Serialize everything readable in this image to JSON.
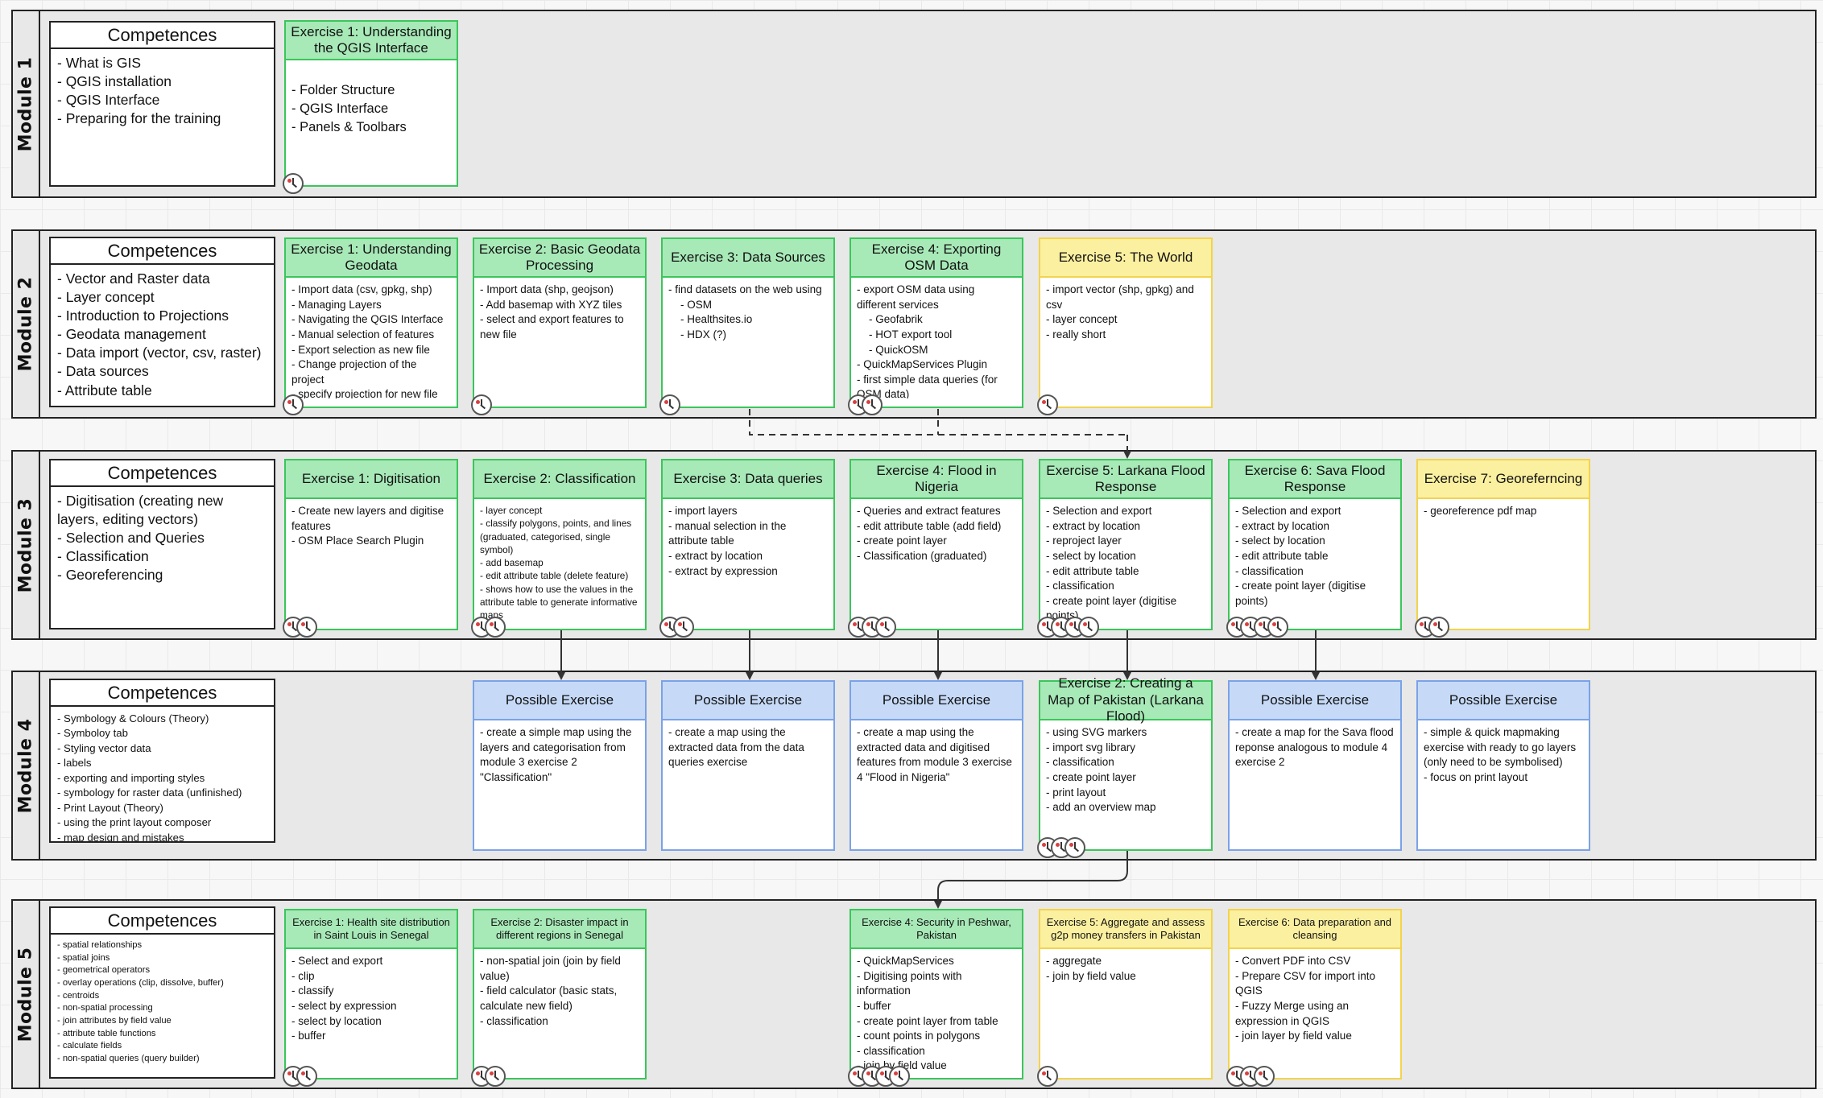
{
  "modules": [
    {
      "label": "Module 1",
      "competences": {
        "title": "Competences",
        "items": [
          "- What is GIS",
          "- QGIS installation",
          "- QGIS Interface",
          "- Preparing for the training"
        ]
      },
      "exercises": [
        {
          "color": "green",
          "title": "Exercise 1: Understanding the QGIS Interface",
          "items": [
            "- Folder Structure",
            "- QGIS Interface",
            "- Panels & Toolbars"
          ],
          "clocks": 1
        }
      ]
    },
    {
      "label": "Module 2",
      "competences": {
        "title": "Competences",
        "items": [
          "- Vector and Raster data",
          "- Layer concept",
          "- Introduction to Projections",
          "- Geodata management",
          "- Data import (vector, csv, raster)",
          "- Data sources",
          "- Attribute table"
        ]
      },
      "exercises": [
        {
          "color": "green",
          "title": "Exercise 1: Understanding Geodata",
          "items": [
            "- Import data (csv, gpkg, shp)",
            "- Managing Layers",
            "- Navigating the QGIS Interface",
            "- Manual selection of features",
            "- Export selection as new file",
            "- Change projection of the project",
            "- specify projection for new file"
          ],
          "clocks": 1
        },
        {
          "color": "green",
          "title": "Exercise 2: Basic Geodata Processing",
          "items": [
            "- Import data (shp, geojson)",
            "- Add basemap with XYZ tiles",
            "- select and export features to new file"
          ],
          "clocks": 1
        },
        {
          "color": "green",
          "title": "Exercise 3: Data Sources",
          "items": [
            "- find datasets on the web using",
            "    - OSM",
            "    - Healthsites.io",
            "    - HDX (?)"
          ],
          "clocks": 1
        },
        {
          "color": "green",
          "title": "Exercise 4: Exporting OSM Data",
          "items": [
            "- export OSM data using different services",
            "    - Geofabrik",
            "    - HOT export tool",
            "    - QuickOSM",
            "- QuickMapServices Plugin",
            "- first simple data queries (for OSM data)"
          ],
          "clocks": 2
        },
        {
          "color": "yellow",
          "title": "Exercise 5: The World",
          "items": [
            "- import vector (shp, gpkg) and csv",
            "- layer concept",
            "- really short"
          ],
          "clocks": 1
        }
      ]
    },
    {
      "label": "Module 3",
      "competences": {
        "title": "Competences",
        "items": [
          "- Digitisation (creating new layers, editing vectors)",
          "- Selection and Queries",
          "- Classification",
          "- Georeferencing"
        ]
      },
      "exercises": [
        {
          "color": "green",
          "title": "Exercise 1: Digitisation",
          "items": [
            "- Create new layers and digitise features",
            "- OSM Place Search Plugin"
          ],
          "clocks": 2
        },
        {
          "color": "green",
          "title": "Exercise 2: Classification",
          "items": [
            "- layer concept",
            "- classify polygons, points, and lines (graduated, categorised, single symbol)",
            "- add basemap",
            "- edit attribute table (delete feature)",
            "- shows how to use the values in the attribute table to generate informative maps"
          ],
          "clocks": 2
        },
        {
          "color": "green",
          "title": "Exercise 3: Data queries",
          "items": [
            "- import layers",
            "- manual selection in the attribute table",
            "- extract by location",
            "- extract by expression"
          ],
          "clocks": 2
        },
        {
          "color": "green",
          "title": "Exercise 4: Flood in Nigeria",
          "items": [
            "- Queries and extract features",
            "- edit attribute table (add field)",
            "- create point layer",
            "- Classification (graduated)"
          ],
          "clocks": 3
        },
        {
          "color": "green",
          "title": "Exercise 5: Larkana Flood Response",
          "items": [
            "- Selection and export",
            "- extract by location",
            "- reproject layer",
            "- select by location",
            "- edit attribute table",
            "- classification",
            "- create point layer (digitise points)"
          ],
          "clocks": 4
        },
        {
          "color": "green",
          "title": "Exercise 6: Sava Flood Response",
          "items": [
            "- Selection and export",
            "- extract by location",
            "- select by location",
            "- edit attribute table",
            "- classification",
            "- create point layer (digitise points)"
          ],
          "clocks": 4
        },
        {
          "color": "yellow",
          "title": "Exercise 7: Georeferncing",
          "items": [
            "- georeference pdf map"
          ],
          "clocks": 2
        }
      ]
    },
    {
      "label": "Module 4",
      "competences": {
        "title": "Competences",
        "items": [
          "- Symbology & Colours (Theory)",
          "- Symboloy tab",
          "- Styling vector data",
          "- labels",
          "- exporting and importing styles",
          "- symbology for raster data (unfinished)",
          "- Print Layout (Theory)",
          "- using the print layout composer",
          "- map design and mistakes"
        ]
      },
      "exercises": [
        {
          "color": "blue",
          "title": "Possible Exercise",
          "items": [
            "- create a simple map using the layers and categorisation from module 3 exercise 2 \"Classification\""
          ],
          "clocks": 0
        },
        {
          "color": "blue",
          "title": "Possible Exercise",
          "items": [
            "- create a map using the extracted data from the data queries exercise"
          ],
          "clocks": 0
        },
        {
          "color": "blue",
          "title": "Possible Exercise",
          "items": [
            "- create a map using the extracted data and digitised features from module 3 exercise 4 \"Flood in Nigeria\""
          ],
          "clocks": 0
        },
        {
          "color": "green",
          "title": "Exercise 2: Creating a Map of Pakistan (Larkana Flood)",
          "items": [
            "- using SVG markers",
            "- import svg library",
            "- classification",
            "- create point layer",
            "- print layout",
            "- add an overview map"
          ],
          "clocks": 3
        },
        {
          "color": "blue",
          "title": "Possible Exercise",
          "items": [
            "- create a map for the Sava flood reponse analogous to module 4 exercise 2"
          ],
          "clocks": 0
        },
        {
          "color": "blue",
          "title": "Possible Exercise",
          "items": [
            "- simple & quick mapmaking exercise with ready to go layers (only need to be symbolised)",
            "- focus on print layout"
          ],
          "clocks": 0
        }
      ]
    },
    {
      "label": "Module 5",
      "competences": {
        "title": "Competences",
        "items": [
          "- spatial relationships",
          "- spatial joins",
          "- geometrical operators",
          "- overlay operations (clip, dissolve, buffer)",
          "- centroids",
          "- non-spatial processing",
          "- join attributes by field value",
          "- attribute table functions",
          "- calculate fields",
          "- non-spatial queries (query builder)"
        ]
      },
      "exercises": [
        {
          "color": "green",
          "title": "Exercise 1: Health site distribution in Saint Louis in Senegal",
          "items": [
            "- Select and export",
            "- clip",
            "- classify",
            "- select by expression",
            "- select by location",
            "- buffer"
          ],
          "clocks": 2
        },
        {
          "color": "green",
          "title": "Exercise 2: Disaster impact in different regions in Senegal",
          "items": [
            "- non-spatial join (join by field value)",
            "- field calculator (basic stats, calculate new field)",
            "- classification"
          ],
          "clocks": 2
        },
        {
          "color": "green",
          "title": "Exercise 4: Security in Peshwar, Pakistan",
          "items": [
            "- QuickMapServices",
            "- Digitising points with information",
            "- buffer",
            "- create point layer from table",
            "- count points in polygons",
            "- classification",
            "- join by field value"
          ],
          "clocks": 4
        },
        {
          "color": "yellow",
          "title": "Exercise 5: Aggregate and assess g2p money transfers in Pakistan",
          "items": [
            "- aggregate",
            "- join by field value"
          ],
          "clocks": 1
        },
        {
          "color": "yellow",
          "title": "Exercise 6: Data preparation and cleansing",
          "items": [
            "- Convert PDF into CSV",
            "- Prepare CSV for import into QGIS",
            "- Fuzzy Merge using an expression in QGIS",
            "- join layer by field value"
          ],
          "clocks": 3
        }
      ]
    }
  ]
}
